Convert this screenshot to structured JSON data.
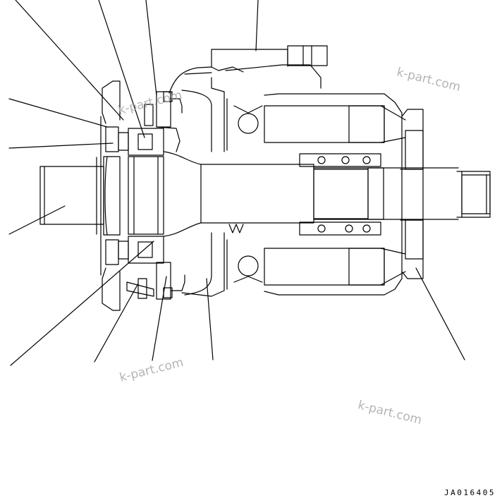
{
  "drawing": {
    "code": "JA016405",
    "line_color": "#000000",
    "background": "#ffffff"
  },
  "watermarks": [
    {
      "text": "k-part.com"
    },
    {
      "text": "k-part.com"
    },
    {
      "text": "k-part.com"
    },
    {
      "text": "k-part.com"
    }
  ],
  "watermark_color": "#a8a8a8"
}
